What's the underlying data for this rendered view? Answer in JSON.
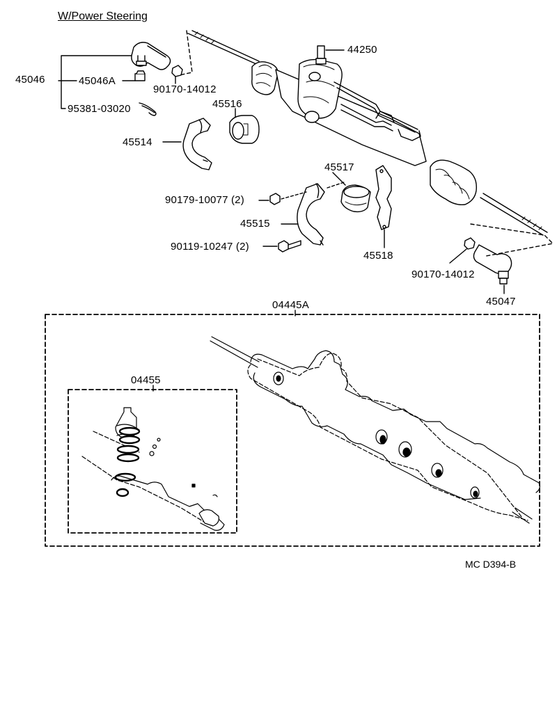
{
  "title": "W/Power Steering",
  "diagram_code": "MC D394-B",
  "labels": {
    "p45046": "45046",
    "p45046A": "45046A",
    "p90170_a": "90170-14012",
    "p95381": "95381-03020",
    "p45516": "45516",
    "p45514": "45514",
    "p44250": "44250",
    "p45517": "45517",
    "p90179": "90179-10077 (2)",
    "p45515": "45515",
    "p90119": "90119-10247 (2)",
    "p45518": "45518",
    "p90170_b": "90170-14012",
    "p45047": "45047",
    "p04445A": "04445A",
    "p04455": "04455"
  }
}
